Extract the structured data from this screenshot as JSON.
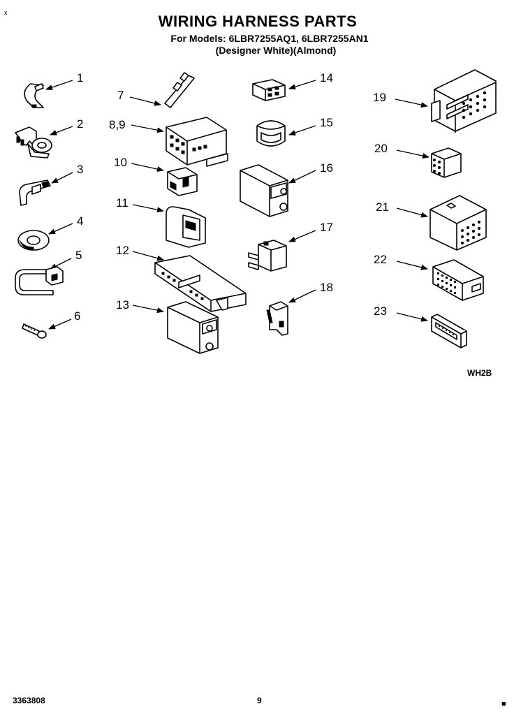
{
  "header": {
    "title": "WIRING HARNESS PARTS",
    "models_line": "For Models: 6LBR7255AQ1,  6LBR7255AN1",
    "colors_line": "(Designer White)(Almond)"
  },
  "parts": [
    {
      "id": "1",
      "label": "1",
      "shape": "clip"
    },
    {
      "id": "2",
      "label": "2",
      "shape": "clamp"
    },
    {
      "id": "3",
      "label": "3",
      "shape": "bracket"
    },
    {
      "id": "4",
      "label": "4",
      "shape": "grommet"
    },
    {
      "id": "5",
      "label": "5",
      "shape": "strap-clamp"
    },
    {
      "id": "6",
      "label": "6",
      "shape": "screw"
    },
    {
      "id": "7",
      "label": "7",
      "shape": "clip-strip"
    },
    {
      "id": "8,9",
      "label": "8,9",
      "shape": "multi-pin-connector"
    },
    {
      "id": "10",
      "label": "10",
      "shape": "small-connector"
    },
    {
      "id": "11",
      "label": "11",
      "shape": "plug-connector"
    },
    {
      "id": "12",
      "label": "12",
      "shape": "long-terminal-block"
    },
    {
      "id": "13",
      "label": "13",
      "shape": "housing"
    },
    {
      "id": "14",
      "label": "14",
      "shape": "4-pin-connector"
    },
    {
      "id": "15",
      "label": "15",
      "shape": "sleeve"
    },
    {
      "id": "16",
      "label": "16",
      "shape": "housing"
    },
    {
      "id": "17",
      "label": "17",
      "shape": "terminal-connector"
    },
    {
      "id": "18",
      "label": "18",
      "shape": "clip"
    },
    {
      "id": "19",
      "label": "19",
      "shape": "large-connector"
    },
    {
      "id": "20",
      "label": "20",
      "shape": "cube-connector"
    },
    {
      "id": "21",
      "label": "21",
      "shape": "cube-housing"
    },
    {
      "id": "22",
      "label": "22",
      "shape": "pin-block"
    },
    {
      "id": "23",
      "label": "23",
      "shape": "flat-connector"
    }
  ],
  "footer": {
    "doc_number": "3363808",
    "page_number": "9",
    "diagram_code": "WH2B",
    "corner_mark_top": "x",
    "corner_mark_bottom": "■"
  }
}
